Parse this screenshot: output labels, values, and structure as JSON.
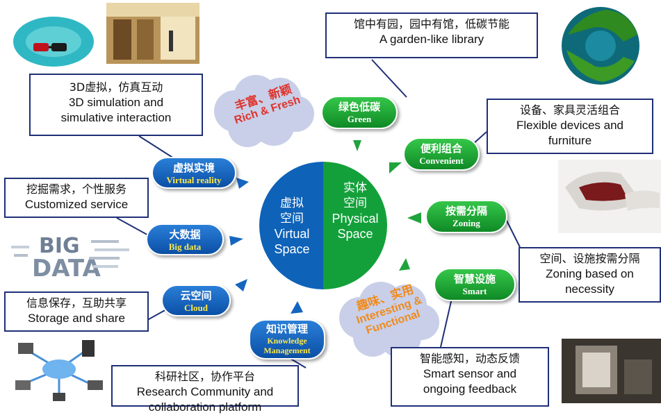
{
  "center": {
    "virtual": {
      "zh_line1": "虚拟",
      "zh_line2": "空间",
      "en_line1": "Virtual",
      "en_line2": "Space"
    },
    "physical": {
      "zh_line1": "实体",
      "zh_line2": "空间",
      "en_line1": "Physical",
      "en_line2": "Space"
    }
  },
  "pills": {
    "virtual_reality": {
      "zh": "虚拟实境",
      "en": "Virtual reality"
    },
    "big_data": {
      "zh": "大数据",
      "en": "Big data"
    },
    "cloud": {
      "zh": "云空间",
      "en": "Cloud"
    },
    "knowledge": {
      "zh": "知识管理",
      "en_line1": "Knowledge",
      "en_line2": "Management"
    },
    "green": {
      "zh": "绿色低碳",
      "en": "Green"
    },
    "convenient": {
      "zh": "便利组合",
      "en": "Convenient"
    },
    "zoning": {
      "zh": "按需分隔",
      "en": "Zoning"
    },
    "smart": {
      "zh": "智慧设施",
      "en": "Smart"
    }
  },
  "clouds": {
    "rich": {
      "zh": "丰富、新颖",
      "en": "Rich & Fresh"
    },
    "interesting": {
      "zh": "趣味、实用",
      "en_line1": "Interesting &",
      "en_line2": "Functional"
    }
  },
  "callouts": {
    "garden": {
      "zh": "馆中有园，园中有馆，低碳节能",
      "en": "A garden-like library"
    },
    "simulation": {
      "zh": "3D虚拟，仿真互动",
      "en_line1": "3D simulation and",
      "en_line2": "simulative interaction"
    },
    "customized": {
      "zh": "挖掘需求，个性服务",
      "en": "Customized service"
    },
    "storage": {
      "zh": "信息保存，互助共享",
      "en": "Storage and share"
    },
    "research": {
      "zh": "科研社区，协作平台",
      "en_line1": "Research Community and",
      "en_line2": "collaboration platform"
    },
    "flexible": {
      "zh": "设备、家具灵活组合",
      "en_line1": "Flexible devices and",
      "en_line2": "furniture"
    },
    "zoning_desc": {
      "zh": "空间、设施按需分隔",
      "en_line1": "Zoning based on",
      "en_line2": "necessity"
    },
    "sensor": {
      "zh": "智能感知，动态反馈",
      "en_line1": "Smart sensor and",
      "en_line2": "ongoing feedback"
    }
  },
  "images": {
    "big_data_words": {
      "line1": "BIG",
      "line2": "DATA"
    }
  },
  "colors": {
    "virtual_blue": "#0e62b8",
    "physical_green": "#13a03a",
    "callout_border": "#1f2f78",
    "pill_blue": "#0b4fa6",
    "pill_green": "#12902a",
    "arrow_blue": "#1565c0",
    "arrow_green": "#1fa33c",
    "rich_text": "#e0322c",
    "interesting_text": "#f08a1c"
  }
}
